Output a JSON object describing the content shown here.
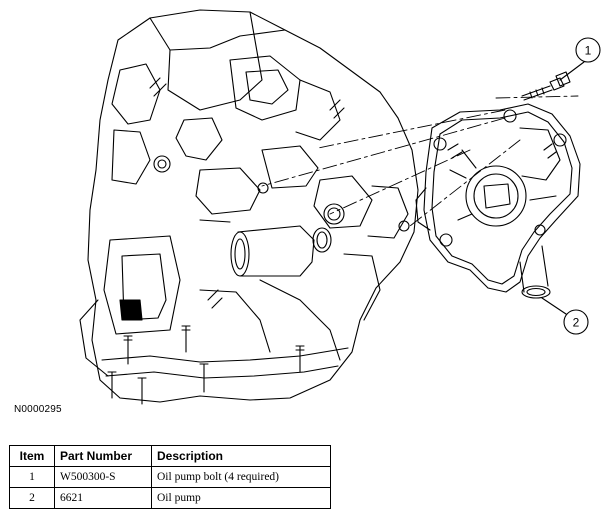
{
  "diagram": {
    "callouts": [
      {
        "number": "1",
        "points_to": "Oil pump bolt"
      },
      {
        "number": "2",
        "points_to": "Oil pump"
      }
    ],
    "figure_id": "N0000295"
  },
  "parts_table": {
    "headers": {
      "item": "Item",
      "part_number": "Part Number",
      "description": "Description"
    },
    "rows": [
      {
        "item": "1",
        "part_number": "W500300-S",
        "description": "Oil pump bolt (4 required)"
      },
      {
        "item": "2",
        "part_number": "6621",
        "description": "Oil pump"
      }
    ]
  }
}
